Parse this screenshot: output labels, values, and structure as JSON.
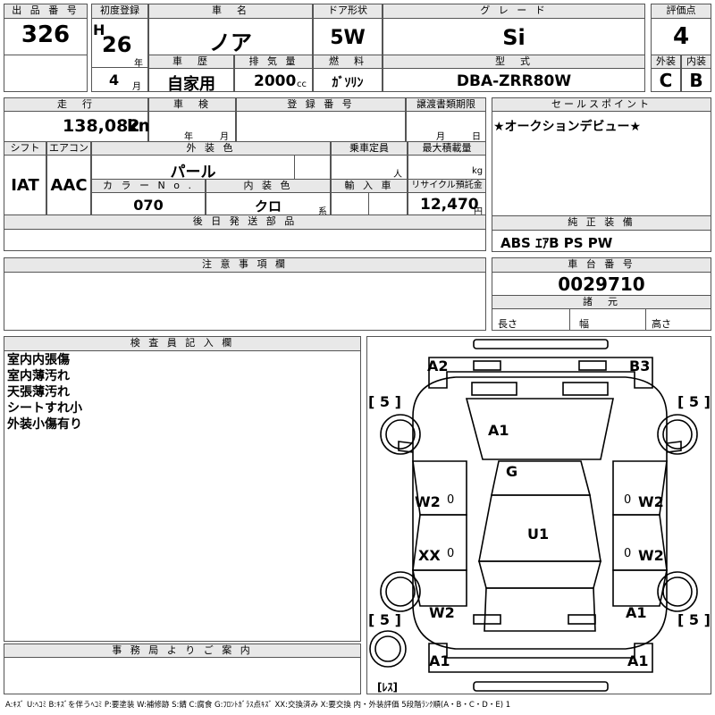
{
  "headers": {
    "lot_no": "出 品 番 号",
    "first_reg": "初度登録",
    "car_name": "車　名",
    "door": "ドア形状",
    "grade": "グ レ ー ド",
    "score": "評価点",
    "history": "車　歴",
    "displacement": "排 気 量",
    "fuel": "燃　料",
    "model": "型　式",
    "exterior": "外装",
    "interior": "内装",
    "mileage": "走　行",
    "inspection": "車　検",
    "reg_no": "登 録 番 号",
    "transfer_deadline": "譲渡書類期限",
    "sales_point": "セールスポイント",
    "shift": "シフト",
    "aircon": "エアコン",
    "ext_color": "外 装 色",
    "capacity": "乗車定員",
    "max_load": "最大積載量",
    "color_no": "カ ラ ー N o .",
    "int_color": "内 装 色",
    "import": "輸 入 車",
    "recycle": "リサイクル預託金",
    "later_parts": "後 日 発 送 部 品",
    "genuine_equip": "純 正 装 備",
    "caution": "注 意 事 項 欄",
    "chassis_no": "車 台 番 号",
    "dimensions": "諸　元",
    "inspector": "検 査 員 記 入 欄",
    "office": "事 務 局 よ り ご 案 内"
  },
  "values": {
    "lot_no": "326",
    "era": "H",
    "year": "26",
    "year_unit": "年",
    "month": "4",
    "month_unit": "月",
    "car_name": "ノア",
    "door": "5W",
    "grade": "Si",
    "score": "4",
    "history": "自家用",
    "displacement": "2000",
    "cc": "cc",
    "fuel": "ｶﾞｿﾘﾝ",
    "model": "DBA-ZRR80W",
    "exterior": "C",
    "interior": "B",
    "mileage": "138,082",
    "km": "km",
    "insp_year": "年",
    "insp_month": "月",
    "deadline_month": "月",
    "deadline_day": "日",
    "sales_point": "★オークションデビュー★",
    "shift": "IAT",
    "aircon": "AAC",
    "ext_color": "パール",
    "capacity_unit": "人",
    "max_load_unit": "kg",
    "color_no": "070",
    "int_color": "クロ",
    "int_suffix": "系",
    "recycle": "12,470",
    "yen": "円",
    "genuine_equip": "ABS ｴｱB PS PW",
    "chassis_no": "0029710",
    "length": "長さ",
    "width": "幅",
    "height": "高さ"
  },
  "inspector_notes": [
    "室内内張傷",
    "室内薄汚れ",
    "天張薄汚れ",
    "シートすれ小",
    "外装小傷有り"
  ],
  "diagram": {
    "a2": "A2",
    "b3": "B3",
    "a1_hood": "A1",
    "g": "G",
    "u1": "U1",
    "w2_lf": "W2",
    "w2_rf": "W2",
    "xx": "XX",
    "w2_rr": "W2",
    "w2_lrear": "W2",
    "a1_rrear": "A1",
    "a1_lb": "A1",
    "a1_rb": "A1",
    "t1": "[ 5 ]",
    "t2": "[ 5 ]",
    "t3": "[ 5 ]",
    "t4": "[ 5 ]",
    "zero": "0",
    "spare": "[ﾚｽ]"
  },
  "legend": "A:ｷｽﾞ  U:ﾍｺﾐ  B:ｷｽﾞを伴うﾍｺﾐ  P:要塗装  W:補修跡  S:錆  C:腐食  G:ﾌﾛﾝﾄｶﾞﾗｽ点ｷｽﾞ  XX:交換済み  X:要交換   内・外装評価  5段階ﾗﾝｸ順(A・B・C・D・E) 1"
}
